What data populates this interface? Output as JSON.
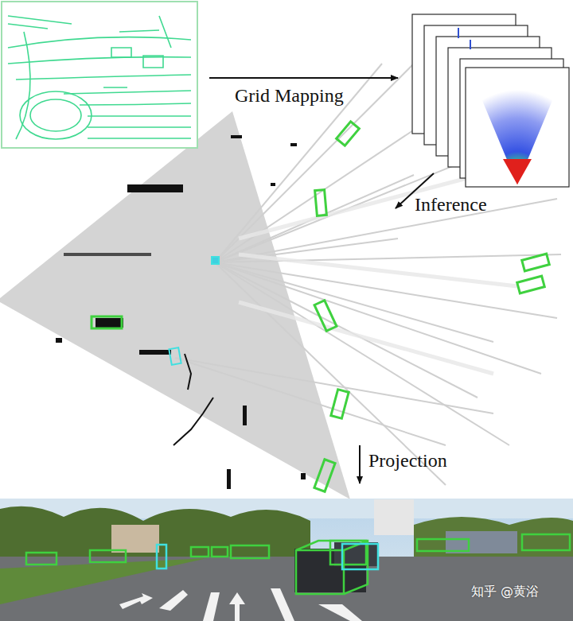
{
  "diagram": {
    "labels": [
      "Grid Mapping",
      "Inference",
      "Projection",
      "知乎 @黄浴"
    ]
  }
}
